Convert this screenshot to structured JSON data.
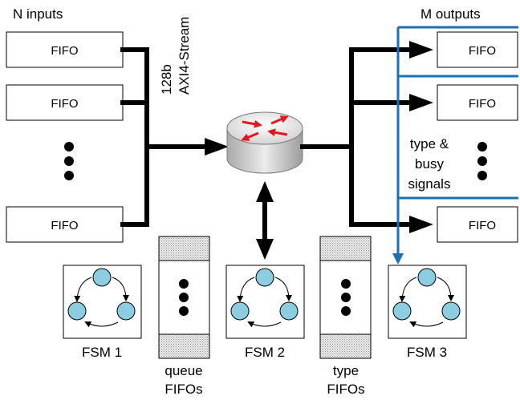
{
  "inputs": {
    "heading": "N inputs",
    "fifo_label": "FIFO",
    "bus_width": "128b",
    "bus_protocol": "AXI4-Stream"
  },
  "outputs": {
    "heading": "M outputs",
    "fifo_label": "FIFO",
    "signal_note": [
      "type &",
      "busy",
      "signals"
    ]
  },
  "fsms": [
    {
      "label": "FSM 1"
    },
    {
      "label": "FSM 2"
    },
    {
      "label": "FSM 3"
    }
  ],
  "queues": {
    "queue_label": [
      "queue",
      "FIFOs"
    ],
    "type_label": [
      "type",
      "FIFOs"
    ]
  },
  "colors": {
    "signal_line": "#1f6fb4",
    "router_arrows": "#e0191f",
    "state_fill": "#8ccde0",
    "fifo_hatch": "#bdbdbd"
  }
}
